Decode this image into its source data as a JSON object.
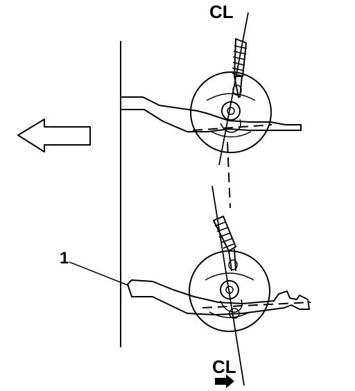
{
  "labels": {
    "centerline_top": "CL",
    "centerline_bottom": "CL",
    "callout_1": "1"
  },
  "icons": {
    "direction_arrow": "left-arrow-icon",
    "small_arrow": "right-arrow-icon"
  }
}
